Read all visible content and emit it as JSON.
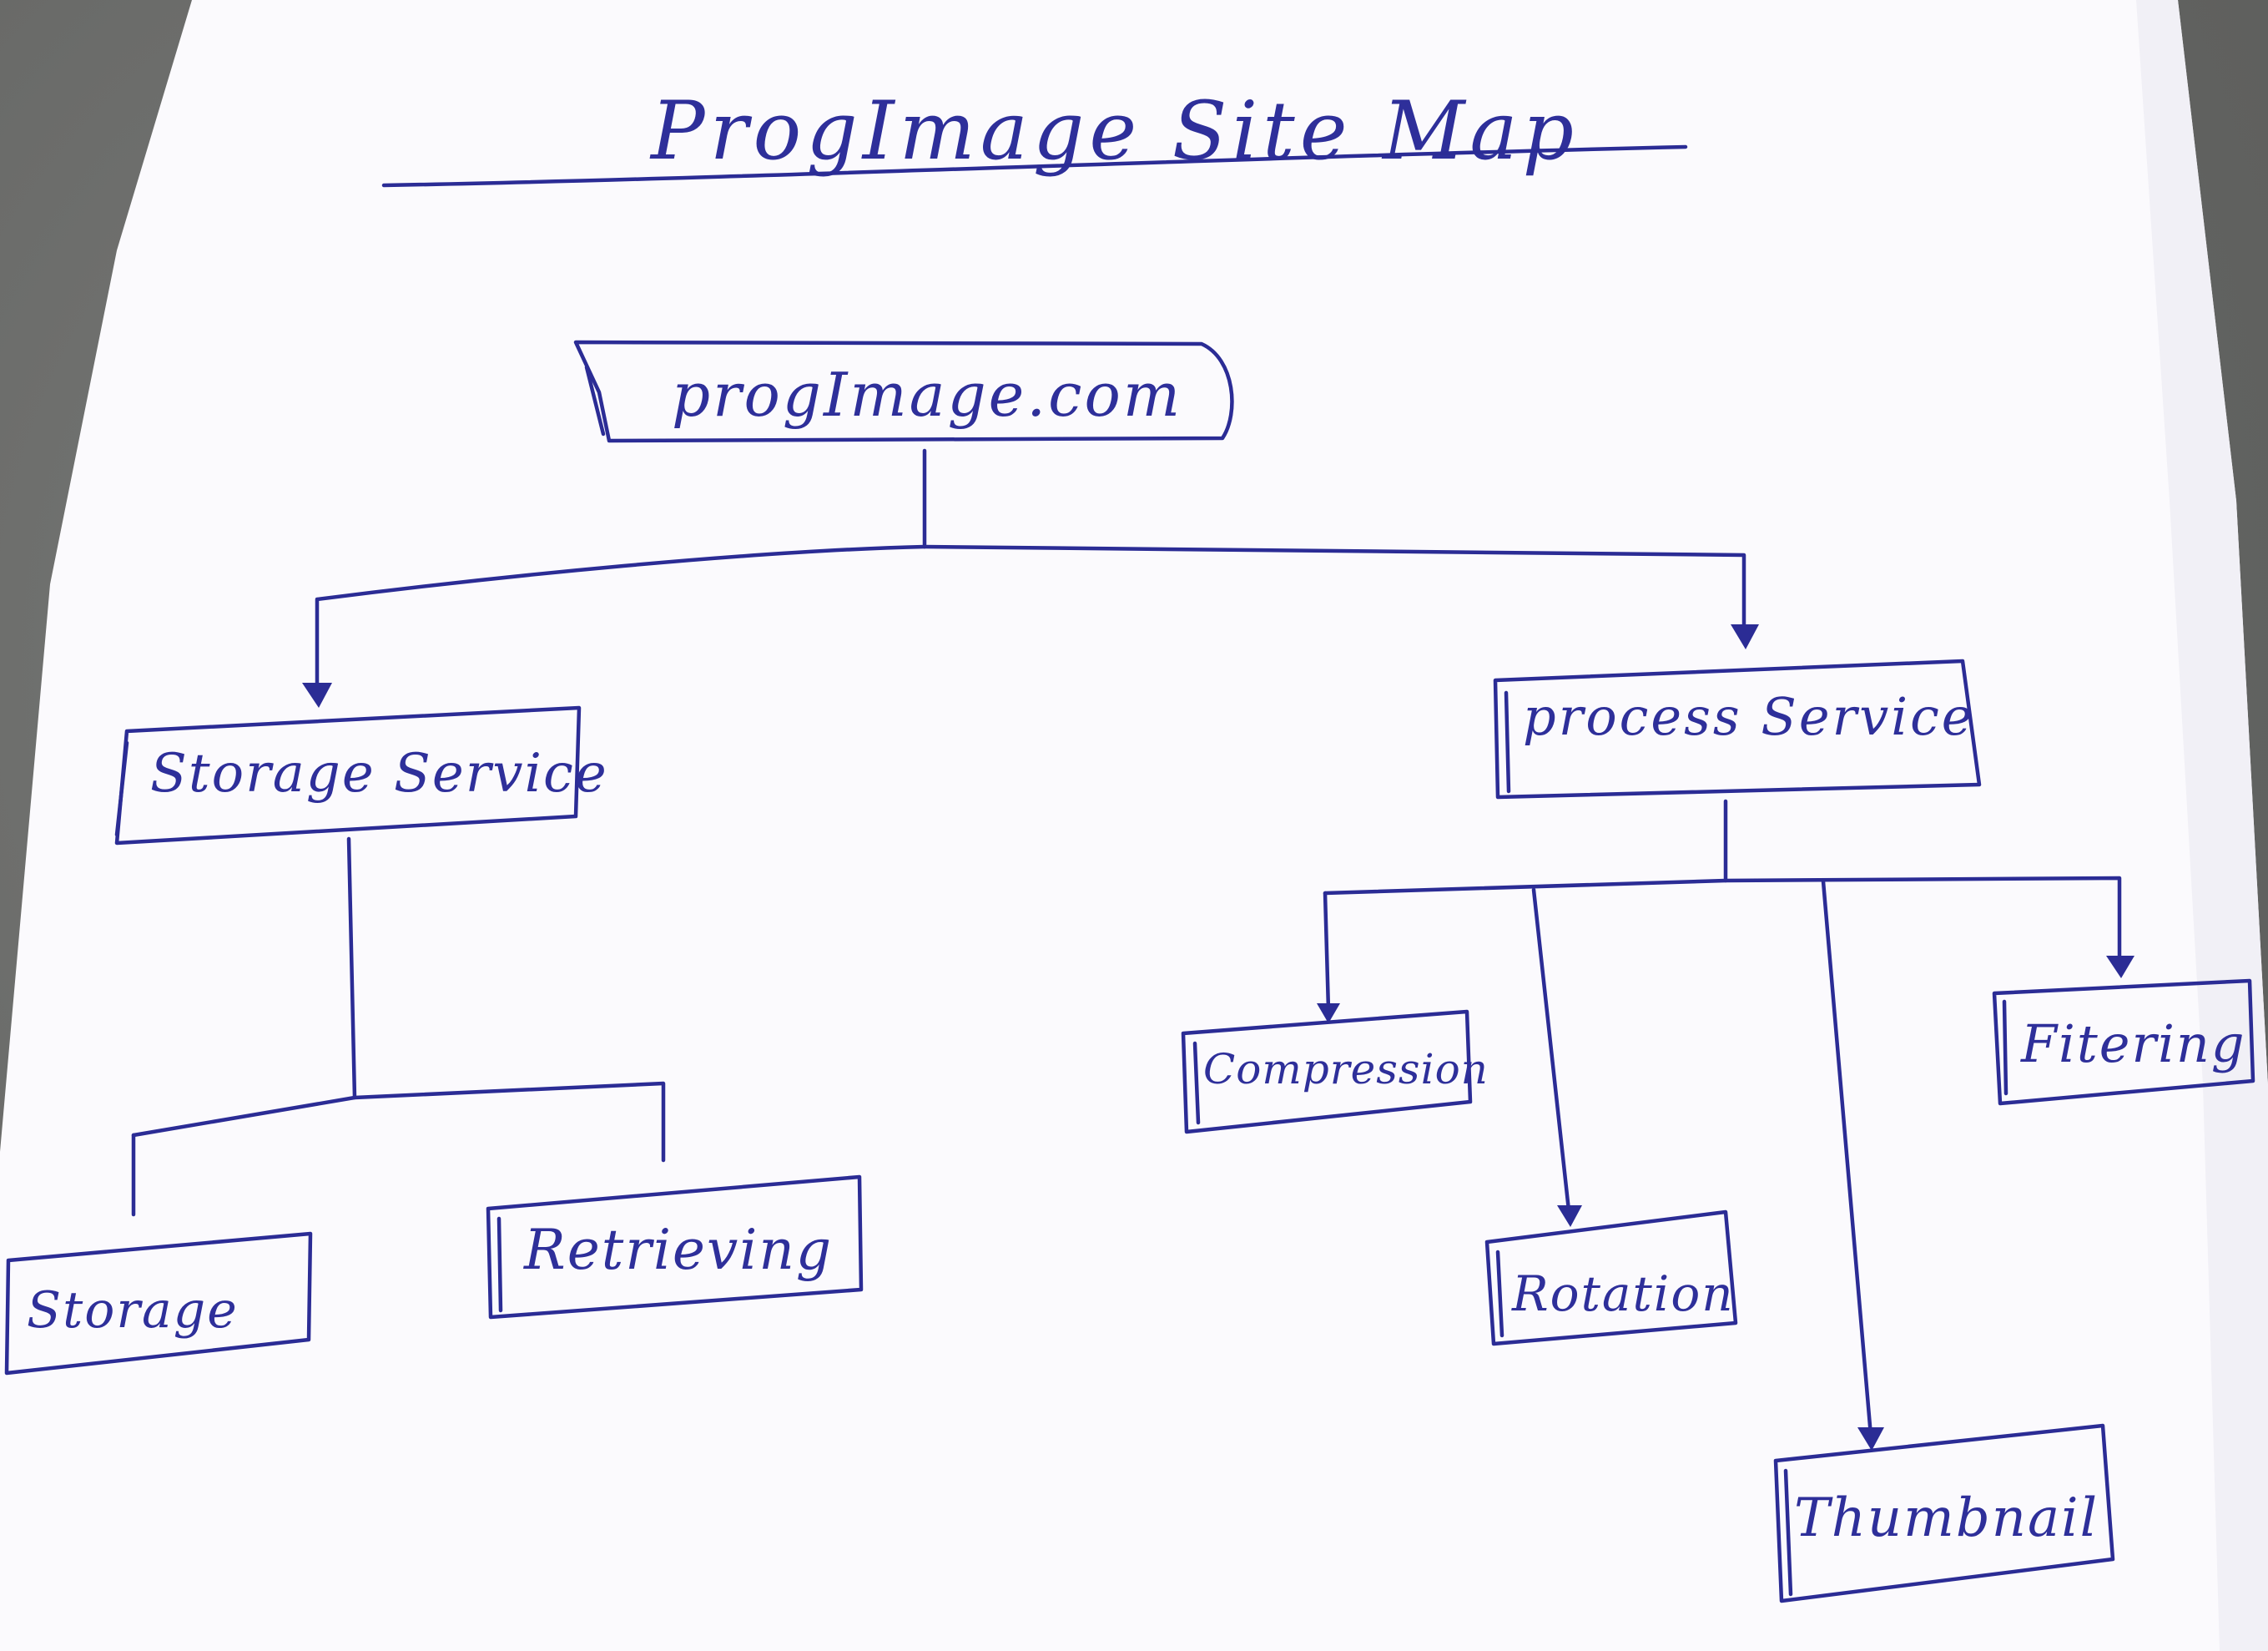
{
  "diagram": {
    "title": "ProgImage Site Map",
    "root": {
      "label": "progImage.com"
    },
    "branches": {
      "storage": {
        "label": "Storage Service",
        "children": [
          {
            "id": "storage",
            "label": "Storage"
          },
          {
            "id": "retrieving",
            "label": "Retrieving"
          }
        ]
      },
      "process": {
        "label": "process Service",
        "children": [
          {
            "id": "compression",
            "label": "Compression"
          },
          {
            "id": "rotation",
            "label": "Rotation"
          },
          {
            "id": "thumbnail",
            "label": "Thumbnail"
          },
          {
            "id": "filtering",
            "label": "Fitering"
          }
        ]
      }
    }
  },
  "colors": {
    "ink": "#2b2c95",
    "paper": "#fdfcfe",
    "background": "#6f706e"
  }
}
